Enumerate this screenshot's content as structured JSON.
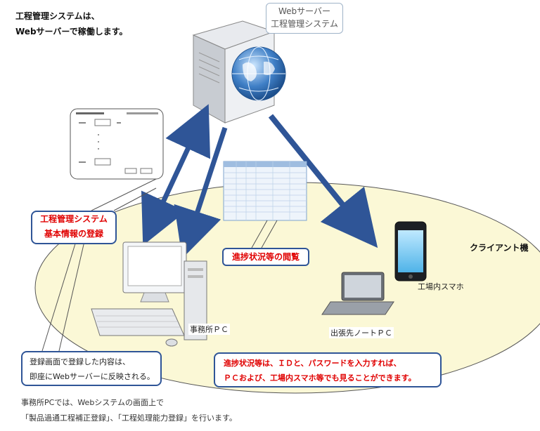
{
  "intro": {
    "line1": "工程管理システムは、",
    "line2": "Webサーバーで稼働します。"
  },
  "server_label": {
    "line1": "Webサーバー",
    "line2": "工程管理システム"
  },
  "callout_register": {
    "line1": "工程管理システム",
    "line2": "基本情報の登録"
  },
  "callout_progress": "進捗状況等の閲覧",
  "client_label": "クライアント機",
  "device_labels": {
    "office_pc": "事務所ＰＣ",
    "laptop": "出張先ノートＰＣ",
    "smartphone": "工場内スマホ"
  },
  "callout_reflect": {
    "line1": "登録画面で登録した内容は、",
    "line2": "即座にWebサーバーに反映される。"
  },
  "callout_access": {
    "line1": "進捗状況等は、ＩＤと、パスワードを入力すれば、",
    "line2": "ＰＣおよび、工場内スマホ等でも見ることができます。"
  },
  "note": {
    "line1": "事務所PCでは、Webシステムの画面上で",
    "line2": "「製品過通工程補正登録」、「工程処理能力登録」を行います。"
  },
  "colors": {
    "arrow": "#2f5597",
    "ellipse_fill": "#fbf8d6",
    "accent_red": "#e00000"
  }
}
